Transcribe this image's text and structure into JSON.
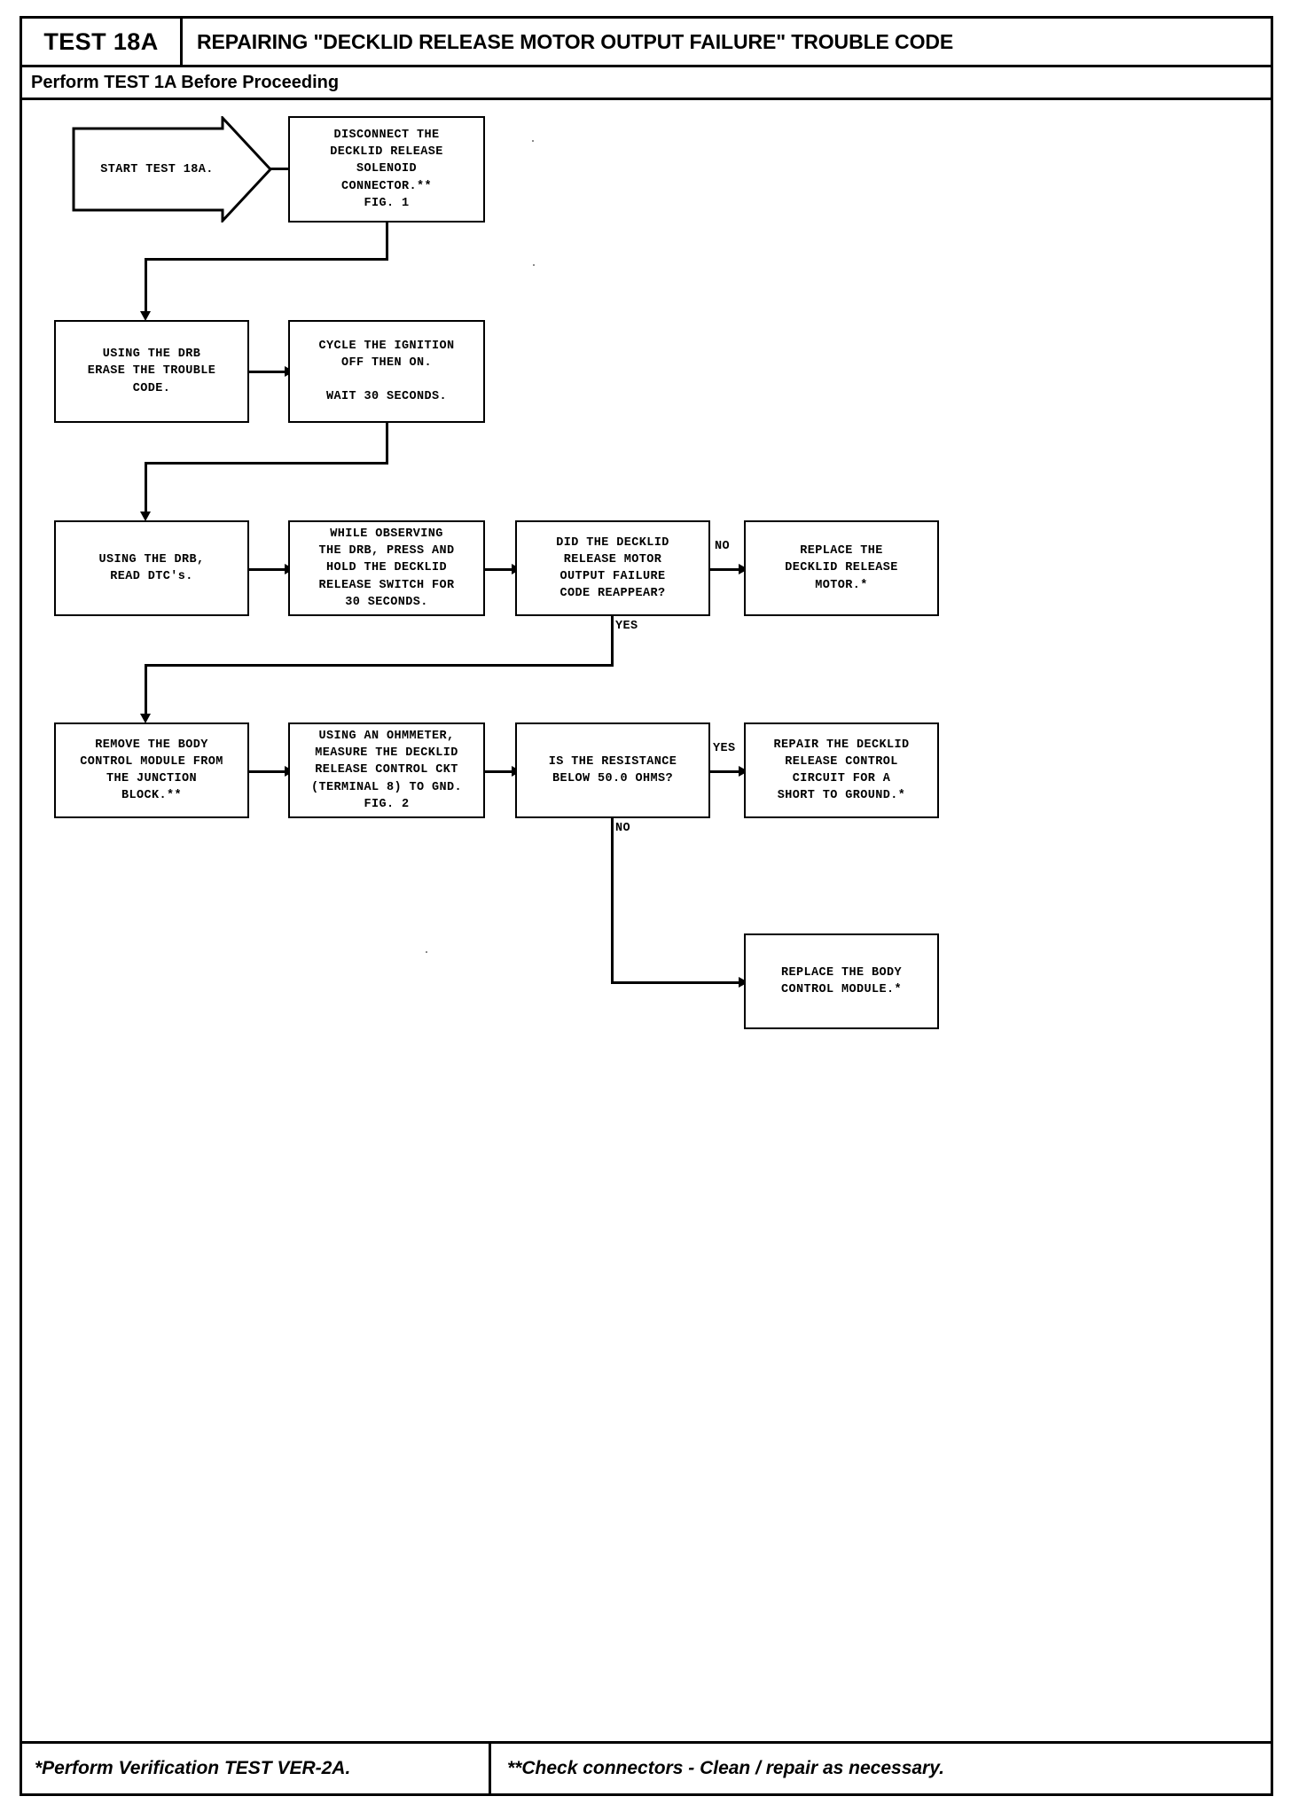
{
  "header": {
    "test_id": "TEST 18A",
    "title": "REPAIRING \"DECKLID RELEASE MOTOR OUTPUT FAILURE\" TROUBLE CODE",
    "subhead": "Perform TEST 1A Before Proceeding"
  },
  "footer": {
    "left": "*Perform Verification TEST VER-2A.",
    "right": "**Check connectors - Clean / repair as necessary."
  },
  "flow": {
    "start": "START TEST 18A.",
    "n1": "DISCONNECT THE\nDECKLID RELEASE\nSOLENOID\nCONNECTOR.**\nFIG. 1",
    "n2": "USING THE DRB\nERASE THE TROUBLE\nCODE.",
    "n3": "CYCLE THE IGNITION\nOFF THEN ON.\n\nWAIT 30 SECONDS.",
    "n4": "USING THE DRB,\nREAD DTC's.",
    "n5": "WHILE OBSERVING\nTHE DRB, PRESS AND\nHOLD THE DECKLID\nRELEASE SWITCH FOR\n30 SECONDS.",
    "n6": "DID THE DECKLID\nRELEASE MOTOR\nOUTPUT FAILURE\nCODE REAPPEAR?",
    "n7": "REPLACE THE\nDECKLID RELEASE\nMOTOR.*",
    "n8": "REMOVE THE BODY\nCONTROL MODULE FROM\nTHE JUNCTION\nBLOCK.**",
    "n9": "USING AN OHMMETER,\nMEASURE THE DECKLID\nRELEASE CONTROL CKT\n(TERMINAL 8) TO GND.\nFIG. 2",
    "n10": "IS THE RESISTANCE\nBELOW 50.0 OHMS?",
    "n11": "REPAIR THE DECKLID\nRELEASE CONTROL\nCIRCUIT FOR A\nSHORT TO GROUND.*",
    "n12": "REPLACE THE BODY\nCONTROL MODULE.*"
  },
  "labels": {
    "no_1": "NO",
    "yes_1": "YES",
    "yes_2": "YES",
    "no_2": "NO"
  },
  "colors": {
    "ink": "#000000",
    "paper": "#ffffff"
  }
}
